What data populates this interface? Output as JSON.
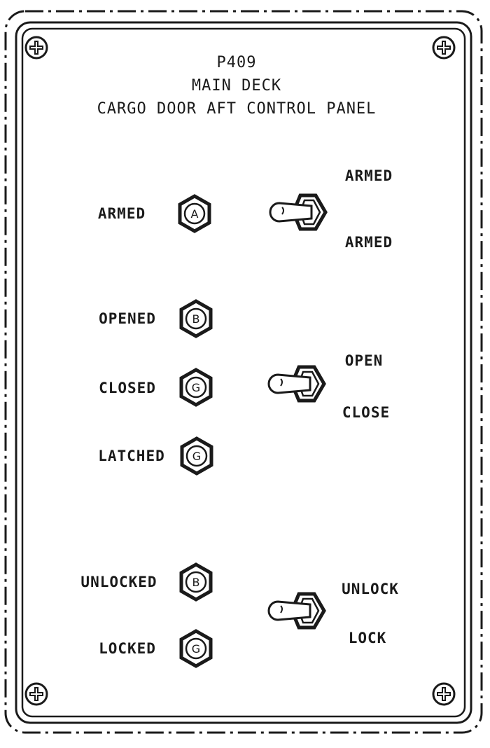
{
  "header": {
    "panel_id": "P409",
    "line2": "MAIN DECK",
    "line3": "CARGO DOOR AFT CONTROL PANEL"
  },
  "lights": [
    {
      "key": "armed",
      "label": "ARMED",
      "letter": "A"
    },
    {
      "key": "opened",
      "label": "OPENED",
      "letter": "B"
    },
    {
      "key": "closed",
      "label": "CLOSED",
      "letter": "G"
    },
    {
      "key": "latched",
      "label": "LATCHED",
      "letter": "G"
    },
    {
      "key": "unlocked",
      "label": "UNLOCKED",
      "letter": "B"
    },
    {
      "key": "locked",
      "label": "LOCKED",
      "letter": "G"
    }
  ],
  "switches": [
    {
      "key": "arm",
      "top_label": "ARMED",
      "bottom_label": "ARMED"
    },
    {
      "key": "door",
      "top_label": "OPEN",
      "bottom_label": "CLOSE"
    },
    {
      "key": "lock",
      "top_label": "UNLOCK",
      "bottom_label": "LOCK"
    }
  ],
  "icons": {
    "screw": "screw-icon",
    "indicator": "indicator-light-icon",
    "toggle": "toggle-switch-icon"
  },
  "colors": {
    "ink": "#1a1a1a",
    "background": "#ffffff"
  }
}
